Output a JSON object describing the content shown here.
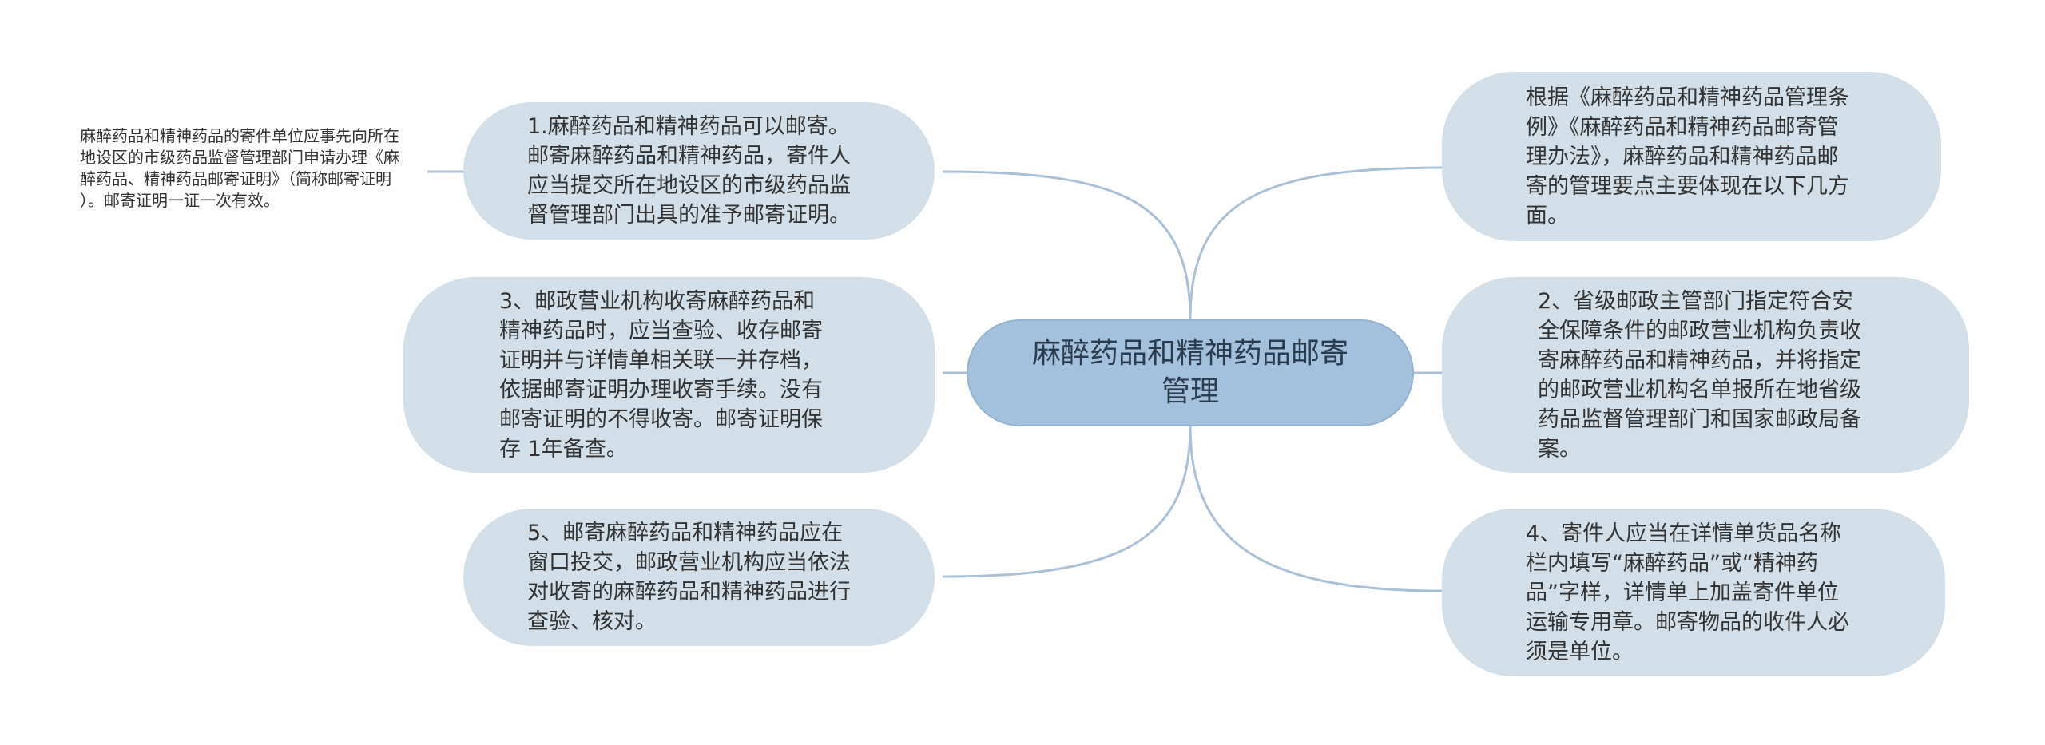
{
  "central": {
    "text": "麻醉药品和精神药品邮寄\n管理"
  },
  "nodes": [
    {
      "id": "intro",
      "text": "根据《麻醉药品和精神药品管理条\n例》《麻醉药品和精神药品邮寄管\n理办法》，麻醉药品和精神药品邮\n寄的管理要点主要体现在以下几方\n面。"
    },
    {
      "id": "item1",
      "text": "1.麻醉药品和精神药品可以邮寄。\n邮寄麻醉药品和精神药品，寄件人\n应当提交所在地设区的市级药品监\n督管理部门出具的准予邮寄证明。"
    },
    {
      "id": "item2",
      "text": "2、省级邮政主管部门指定符合安\n全保障条件的邮政营业机构负责收\n寄麻醉药品和精神药品，并将指定\n的邮政营业机构名单报所在地省级\n药品监督管理部门和国家邮政局备\n案。"
    },
    {
      "id": "item3",
      "text": "3、邮政营业机构收寄麻醉药品和\n精神药品时，应当查验、收存邮寄\n证明并与详情单相关联一并存档，\n依据邮寄证明办理收寄手续。没有\n邮寄证明的不得收寄。邮寄证明保\n存 1年备查。"
    },
    {
      "id": "item4",
      "text": "4、寄件人应当在详情单货品名称\n栏内填写“麻醉药品”或“精神药\n品”字样，详情单上加盖寄件单位\n运输专用章。邮寄物品的收件人必\n须是单位。"
    },
    {
      "id": "item5",
      "text": "5、邮寄麻醉药品和精神药品应在\n窗口投交，邮政营业机构应当依法\n对收寄的麻醉药品和精神药品进行\n查验、核对。"
    }
  ],
  "leaf": {
    "text": "麻醉药品和精神药品的寄件单位应事先向所在\n地设区的市级药品监督管理部门申请办理《麻\n醉药品、精神药品邮寄证明》（简称邮寄证明\n）。邮寄证明一证一次有效。"
  },
  "colors": {
    "central_fill": "#a3c0dc",
    "node_fill": "#d2dfe8",
    "edge": "#a9c0d6",
    "text": "#333333"
  }
}
